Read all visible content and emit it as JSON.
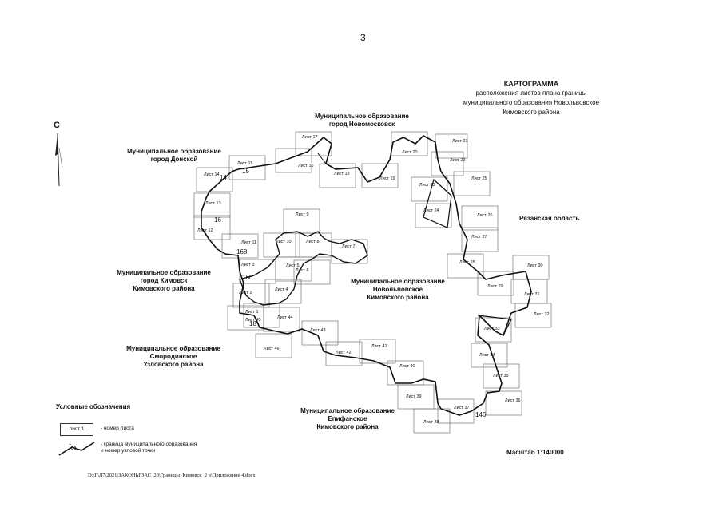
{
  "page_number": "3",
  "title": [
    "КАРТОГРАММА",
    "расположения листов плана границы",
    "муниципального образования Новольвовское",
    "Кимовского района"
  ],
  "north_letter": "С",
  "regions": {
    "novomoskovsk": [
      "Муниципальное образование",
      "город Новомосковск"
    ],
    "donskoy": [
      "Муниципальное образование",
      "город Донской"
    ],
    "ryazan": "Рязанская область",
    "kimovsk": [
      "Муниципальное образование",
      "город Кимовск",
      "Кимовского района"
    ],
    "novolvovskoe": [
      "Муниципальное образование",
      "Новольвовское",
      "Кимовского района"
    ],
    "smorodinskoe": [
      "Муниципальное образование",
      "Смородинское",
      "Узловского района"
    ],
    "epifanskoe": [
      "Муниципальное образование",
      "Епифанское",
      "Кимовского района"
    ]
  },
  "sheets": [
    "Лист 1",
    "Лист 2",
    "Лист 3",
    "Лист 4",
    "Лист 5",
    "Лист 6",
    "Лист 7",
    "Лист 8",
    "Лист 9",
    "Лист 10",
    "Лист 11",
    "Лист 12",
    "Лист 13",
    "Лист 14",
    "Лист 15",
    "Лист 16",
    "Лист 17",
    "Лист 18",
    "Лист 19",
    "Лист 20",
    "Лист 21",
    "Лист 22",
    "Лист 23",
    "Лист 24",
    "Лист 25",
    "Лист 26",
    "Лист 27",
    "Лист 28",
    "Лист 29",
    "Лист 30",
    "Лист 31",
    "Лист 32",
    "Лист 33",
    "Лист 34",
    "Лист 35",
    "Лист 36",
    "Лист 37",
    "Лист 38",
    "Лист 39",
    "Лист 40",
    "Лист 41",
    "Лист 42",
    "Лист 43",
    "Лист 44",
    "Лист 45",
    "Лист 46"
  ],
  "nodes": [
    "14",
    "15",
    "16",
    "18",
    "166",
    "168",
    "146"
  ],
  "legend": {
    "title": "Условные обозначения",
    "sheet_sample": "лист 1",
    "sheet_desc": "- номер листа",
    "node_sample": "1",
    "boundary_desc": [
      "- граница муниципального образования",
      "и номер узловой точки"
    ]
  },
  "scale": "Масштаб 1:140000",
  "footer_path": "D:\\Г\\Д7\\2021\\ЗАКОНЫ\\ЗАС_20\\Границы_Кимовск_2 ч\\Приложение 4.docx"
}
